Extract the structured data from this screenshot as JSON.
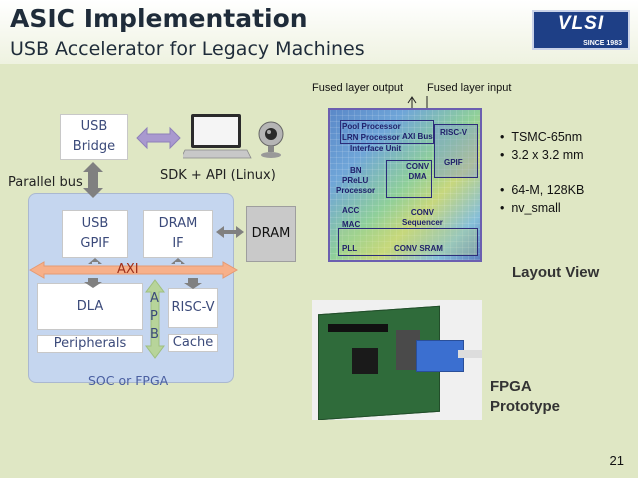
{
  "header": {
    "title": "ASIC Implementation",
    "subtitle": "USB Accelerator for Legacy Machines",
    "logo_text": "VLSI",
    "logo_since": "SINCE 1983"
  },
  "diagram": {
    "usb_bridge": "USB\nBridge",
    "parallel_bus": "Parallel bus",
    "sdk_api": "SDK + API  (Linux)",
    "usb_gpif": "USB\nGPIF",
    "dram_if": "DRAM\nIF",
    "dram": "DRAM",
    "axi": "AXI",
    "dla": "DLA",
    "apb": "A\nP\nB",
    "riscv": "RISC-V",
    "peripherals": "Peripherals",
    "cache": "Cache",
    "soc_fpga": "SOC  or FPGA"
  },
  "layout": {
    "fused_output": "Fused layer output",
    "fused_input": "Fused layer input",
    "chip_labels": {
      "pool": "Pool Processor",
      "lrn": "LRN Processor",
      "interface": "Interface Unit",
      "axibus": "AXI Bus",
      "riscv": "RISC-V",
      "gpif": "GPIF",
      "bn": "BN",
      "prelu": "PReLU",
      "processor": "Processor",
      "conv_dma": "CONV\nDMA",
      "acc": "ACC",
      "mac": "MAC",
      "conv_seq": "CONV\nSequencer",
      "pll": "PLL",
      "conv_sram": "CONV SRAM"
    },
    "bullets_a": [
      "TSMC-65nm",
      "3.2 x 3.2 mm"
    ],
    "bullets_b": [
      "64-M, 128KB",
      "nv_small"
    ],
    "layout_view": "Layout View"
  },
  "fpga": {
    "caption_line1": "FPGA",
    "caption_line2": "Prototype"
  },
  "page_number": "21",
  "colors": {
    "background": "#dfe7c4",
    "soc_panel": "#c5d6ef",
    "axi_arrow": "#f7b08a",
    "apb_arrow": "#b7d49a",
    "connector": "#7f7f7f",
    "usb_arrow": "#a999cf",
    "logo": "#1e3f86"
  },
  "icons": [
    "laptop-icon",
    "webcam-icon",
    "board-photo"
  ]
}
